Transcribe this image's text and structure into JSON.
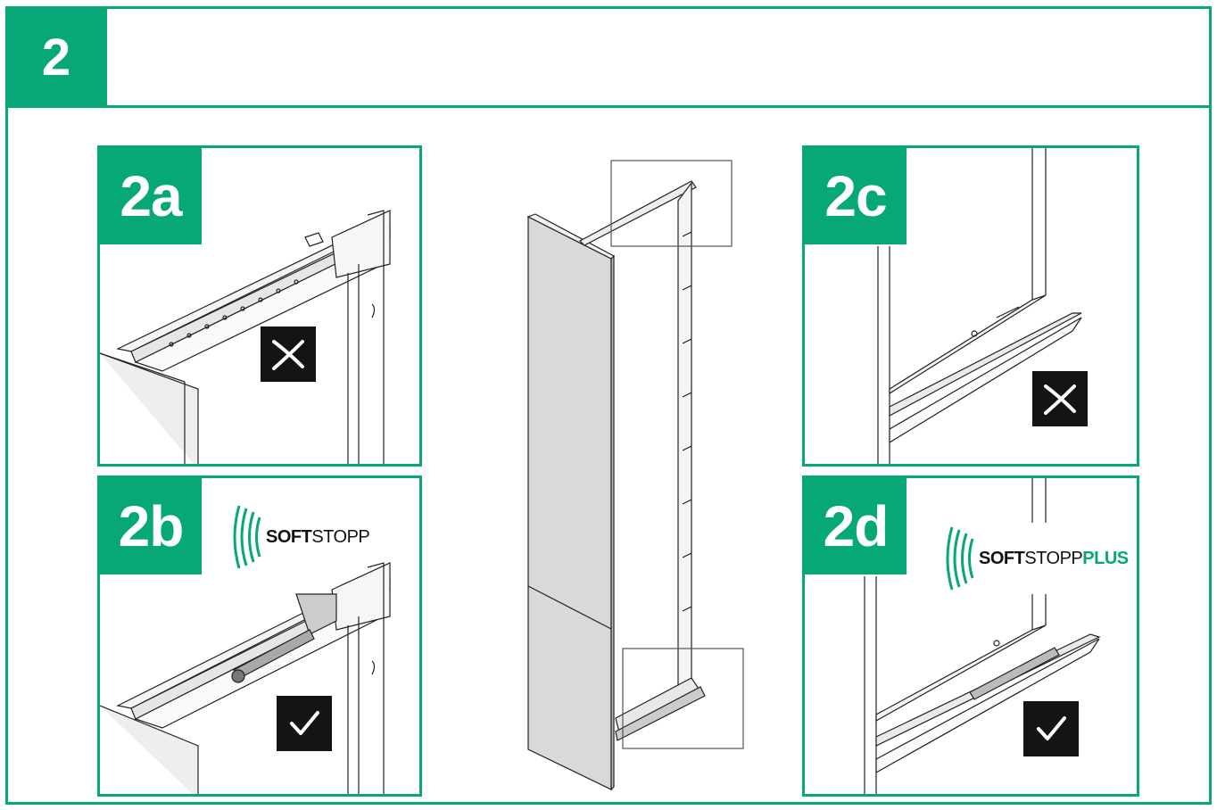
{
  "step": {
    "number": "2"
  },
  "panels": [
    {
      "id": "2a",
      "label": "2a",
      "verdict": "cross"
    },
    {
      "id": "2b",
      "label": "2b",
      "verdict": "check",
      "logo": {
        "bold": "SOFT",
        "light": "STOPP",
        "accent": ""
      }
    },
    {
      "id": "2c",
      "label": "2c",
      "verdict": "cross"
    },
    {
      "id": "2d",
      "label": "2d",
      "verdict": "check",
      "logo": {
        "bold": "SOFT",
        "light": "STOPP",
        "accent": "PLUS"
      }
    }
  ],
  "icons": {
    "cross": "cross-mark-icon",
    "check": "check-mark-icon",
    "softstopp": "softstopp-logo-icon"
  },
  "colors": {
    "accent": "#06a877",
    "mark_background": "#141414",
    "panel_grey": "#d9d9d9"
  }
}
